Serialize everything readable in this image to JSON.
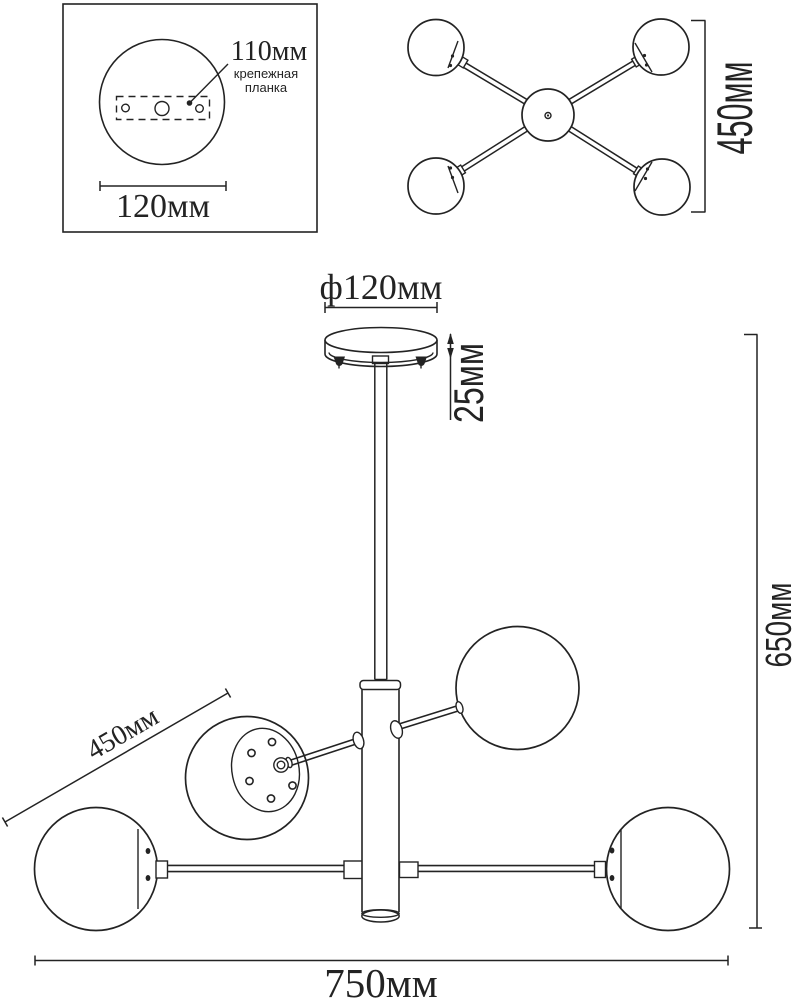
{
  "drawing_title": "ceiling-lamp-dimension-drawing",
  "inset": {
    "plate_width_label": "110мм",
    "plate_caption_line1": "крепежная",
    "plate_caption_line2": "планка",
    "base_width_label": "120мм"
  },
  "top_view": {
    "span_label": "450мм"
  },
  "front_view": {
    "diameter_symbol": "ф",
    "canopy_diameter_label": "120мм",
    "canopy_height_label": "25мм",
    "arm_length_label": "450мм",
    "overall_height_label": "650мм",
    "overall_width_label": "750мм"
  },
  "colors": {
    "line": "#232323",
    "background": "#ffffff"
  }
}
